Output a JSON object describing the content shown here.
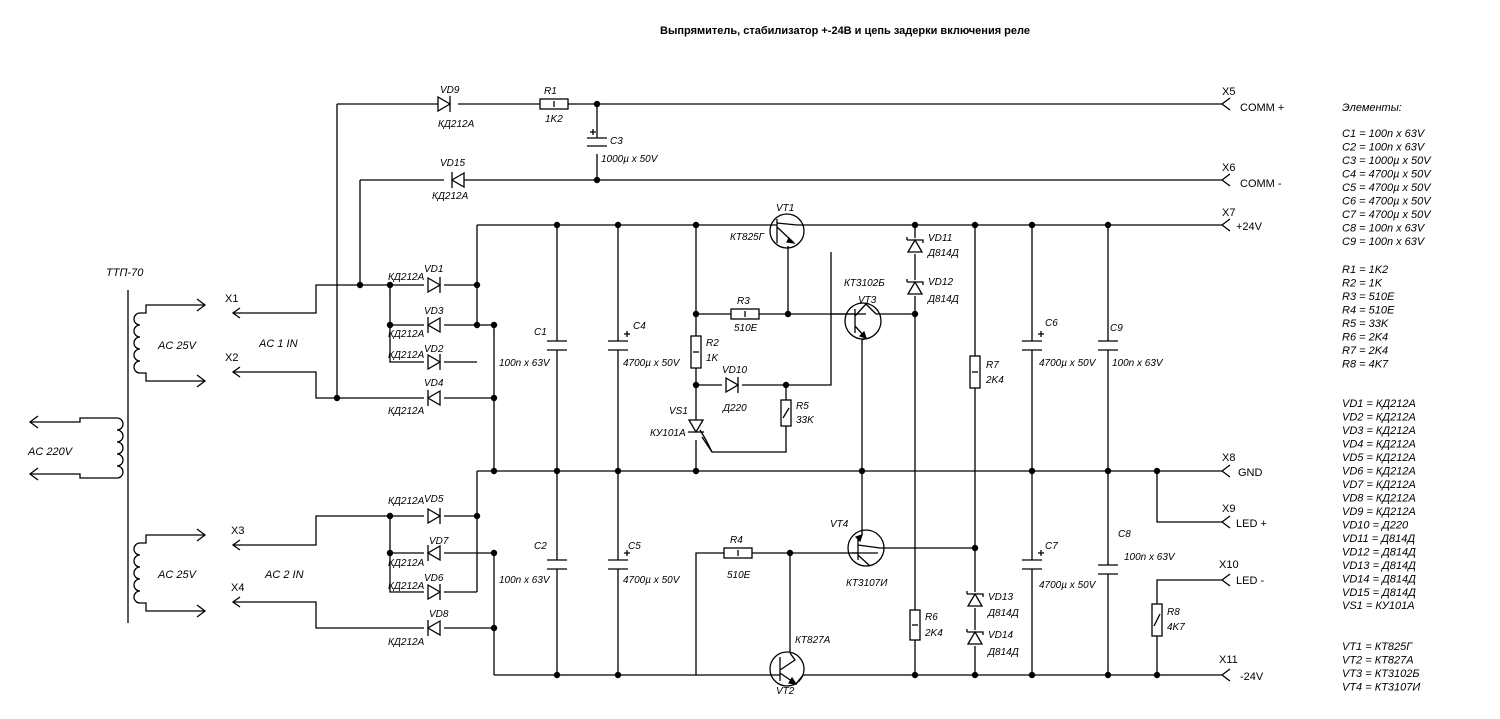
{
  "title": "Выпрямитель, стабилизатор  +-24В и цепь задерки включения реле",
  "transformer": {
    "name": "ТТП-70",
    "primary": "AC 220V",
    "secondary1": "AC 25V",
    "secondary2": "AC 25V"
  },
  "inputs": {
    "ac1": "AC 1 IN",
    "ac2": "AC 2 IN"
  },
  "terminals": [
    {
      "id": "X1"
    },
    {
      "id": "X2"
    },
    {
      "id": "X3"
    },
    {
      "id": "X4"
    },
    {
      "id": "X5",
      "label": "COMM +"
    },
    {
      "id": "X6",
      "label": "COMM -"
    },
    {
      "id": "X7",
      "label": "+24V"
    },
    {
      "id": "X8",
      "label": "GND"
    },
    {
      "id": "X9",
      "label": "LED +"
    },
    {
      "id": "X10",
      "label": "LED -"
    },
    {
      "id": "X11",
      "label": "-24V"
    }
  ],
  "labels": {
    "vd9": "VD9",
    "vd9v": "КД212А",
    "r1": "R1",
    "r1v": "1K2",
    "c3": "C3",
    "c3v": "1000µ x 50V",
    "vd15": "VD15",
    "vd15v": "КД212А",
    "vd1": "VD1",
    "vd1v": "КД212А",
    "vd3": "VD3",
    "vd3v": "КД212А",
    "vd2": "VD2",
    "vd2v": "КД212А",
    "vd4": "VD4",
    "vd4v": "КД212А",
    "vd5": "VD5",
    "vd5v": "КД212А",
    "vd7": "VD7",
    "vd7v": "КД212А",
    "vd6": "VD6",
    "vd6v": "КД212А",
    "vd8": "VD8",
    "vd8v": "КД212А",
    "c1": "C1",
    "c1v": "100n x 63V",
    "c4": "C4",
    "c4v": "4700µ x 50V",
    "c2": "C2",
    "c2v": "100n x 63V",
    "c5": "C5",
    "c5v": "4700µ x 50V",
    "vt1": "VT1",
    "vt1v": "КТ825Г",
    "r3": "R3",
    "r3v": "510E",
    "r2": "R2",
    "r2v": "1K",
    "vd10": "VD10",
    "vd10v": "Д220",
    "r5": "R5",
    "r5v": "33K",
    "vs1": "VS1",
    "vs1v": "КУ101А",
    "vt3v": "КТ3102Б",
    "vt3": "VT3",
    "vd11": "VD11",
    "vd11v": "Д814Д",
    "vd12": "VD12",
    "vd12v": "Д814Д",
    "r7": "R7",
    "r7v": "2K4",
    "c6": "C6",
    "c6v": "4700µ x 50V",
    "c9": "C9",
    "c9v": "100n x 63V",
    "vt4": "VT4",
    "vt4v": "КТ3107И",
    "r4": "R4",
    "r4v": "510E",
    "vt2v": "КТ827А",
    "vt2": "VT2",
    "r6": "R6",
    "r6v": "2K4",
    "vd13": "VD13",
    "vd13v": "Д814Д",
    "vd14": "VD14",
    "vd14v": "Д814Д",
    "c7": "C7",
    "c7v": "4700µ x 50V",
    "c8": "C8",
    "c8v": "100n x 63V",
    "r8": "R8",
    "r8v": "4K7"
  },
  "elements_heading": "Элементы:",
  "elements": [
    [
      "C1 = 100n x 63V",
      "C2 = 100n x 63V",
      "C3 = 1000µ x 50V",
      "C4 = 4700µ x 50V",
      "C5 = 4700µ x 50V",
      "C6 = 4700µ x 50V",
      "C7 = 4700µ x 50V",
      "C8 = 100n x 63V",
      "C9 = 100n x 63V"
    ],
    [
      "R1 = 1K2",
      "R2 = 1K",
      "R3 = 510E",
      "R4 = 510E",
      "R5 = 33K",
      "R6 = 2K4",
      "R7 = 2K4",
      "R8 = 4K7"
    ],
    [
      "VD1 = КД212А",
      "VD2 = КД212А",
      "VD3 = КД212А",
      "VD4 = КД212А",
      "VD5 = КД212А",
      "VD6 = КД212А",
      "VD7 = КД212А",
      "VD8 = КД212А",
      "VD9 = КД212А",
      "VD10 = Д220",
      "VD11 = Д814Д",
      "VD12 = Д814Д",
      "VD13 = Д814Д",
      "VD14 = Д814Д",
      "VD15 = Д814Д"
    ],
    [
      "VS1 = КУ101А"
    ],
    [
      "VT1 = КТ825Г",
      "VT2 = КТ827А",
      "VT3 = КТ3102Б",
      "VT4 = КТ3107И"
    ]
  ]
}
